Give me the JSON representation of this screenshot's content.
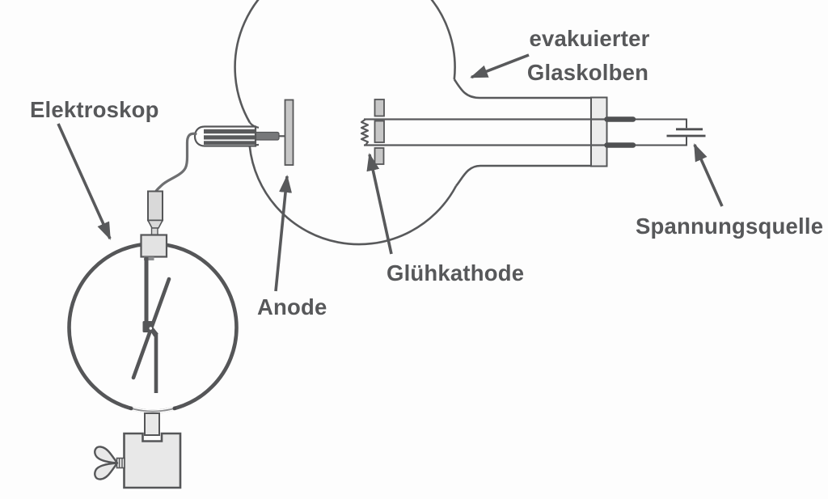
{
  "figure": {
    "description_labels": {
      "elektroskop": "Elektroskop",
      "glaskolben_line1": "evakuierter",
      "glaskolben_line2": "Glaskolben",
      "anode": "Anode",
      "gluehkathode": "Glühkathode",
      "spannungsquelle": "Spannungsquelle"
    },
    "colors": {
      "line": "#58595b",
      "text": "#57585a",
      "fill_light": "#e8e8e8",
      "fill_mid": "#c7c7c7",
      "background": "#fdfdfd"
    }
  }
}
